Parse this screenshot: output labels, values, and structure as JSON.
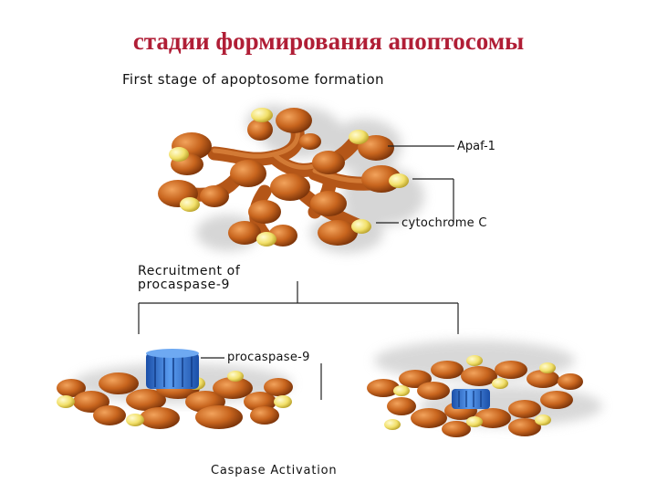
{
  "slide": {
    "title": "стадии формирования апоптосомы"
  },
  "diagram": {
    "stage_title": "First stage of apoptosome formation",
    "labels": {
      "apaf": "Apaf-1",
      "cytochrome": "cytochrome C",
      "recruitment": "Recruitment of\nprocaspase-9",
      "procaspase": "procaspase-9",
      "activation": "Caspase Activation"
    },
    "colors": {
      "title": "#b01e36",
      "apaf_body": "#c8651e",
      "apaf_dark": "#8a3c0c",
      "cytochrome": "#f2e06a",
      "procaspase": "#2f6fd0",
      "shadow": "#cfcfcf",
      "lines": "#222222"
    }
  }
}
